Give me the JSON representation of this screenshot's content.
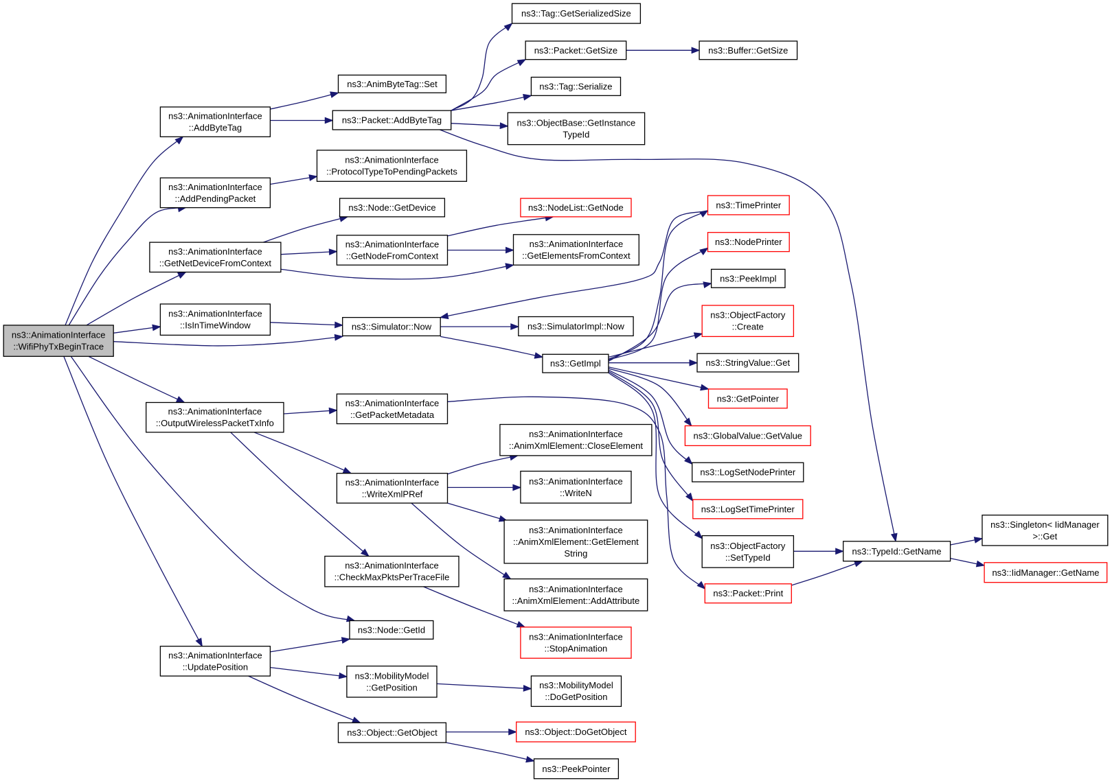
{
  "colors": {
    "edge": "#191970",
    "node_border": "#000000",
    "truncated_border": "#ff0000",
    "root_fill": "#bfbfbf",
    "node_fill": "#ffffff"
  },
  "nodes": [
    {
      "id": "root",
      "lines": [
        "ns3::AnimationInterface",
        "::WifiPhyTxBeginTrace"
      ],
      "root": true
    },
    {
      "id": "addbytetag_ai",
      "lines": [
        "ns3::AnimationInterface",
        "::AddByteTag"
      ]
    },
    {
      "id": "addpendingpacket",
      "lines": [
        "ns3::AnimationInterface",
        "::AddPendingPacket"
      ]
    },
    {
      "id": "getnetdevicefromcontext",
      "lines": [
        "ns3::AnimationInterface",
        "::GetNetDeviceFromContext"
      ]
    },
    {
      "id": "isintimewindow",
      "lines": [
        "ns3::AnimationInterface",
        "::IsInTimeWindow"
      ]
    },
    {
      "id": "outputwireless",
      "lines": [
        "ns3::AnimationInterface",
        "::OutputWirelessPacketTxInfo"
      ]
    },
    {
      "id": "updateposition",
      "lines": [
        "ns3::AnimationInterface",
        "::UpdatePosition"
      ]
    },
    {
      "id": "animbytetagset",
      "lines": [
        "ns3::AnimByteTag::Set"
      ]
    },
    {
      "id": "packetaddbytetag",
      "lines": [
        "ns3::Packet::AddByteTag"
      ]
    },
    {
      "id": "protocoltype",
      "lines": [
        "ns3::AnimationInterface",
        "::ProtocolTypeToPendingPackets"
      ]
    },
    {
      "id": "nodegetdevice",
      "lines": [
        "ns3::Node::GetDevice"
      ]
    },
    {
      "id": "getnodefromcontext",
      "lines": [
        "ns3::AnimationInterface",
        "::GetNodeFromContext"
      ]
    },
    {
      "id": "simulatornow",
      "lines": [
        "ns3::Simulator::Now"
      ]
    },
    {
      "id": "getpacketmetadata",
      "lines": [
        "ns3::AnimationInterface",
        "::GetPacketMetadata"
      ]
    },
    {
      "id": "writexmlpref",
      "lines": [
        "ns3::AnimationInterface",
        "::WriteXmlPRef"
      ]
    },
    {
      "id": "checkmaxpkts",
      "lines": [
        "ns3::AnimationInterface",
        "::CheckMaxPktsPerTraceFile"
      ]
    },
    {
      "id": "nodegetid",
      "lines": [
        "ns3::Node::GetId"
      ]
    },
    {
      "id": "mobilitygetposition",
      "lines": [
        "ns3::MobilityModel",
        "::GetPosition"
      ]
    },
    {
      "id": "objectgetobject",
      "lines": [
        "ns3::Object::GetObject"
      ]
    },
    {
      "id": "taggetserializedsize",
      "lines": [
        "ns3::Tag::GetSerializedSize"
      ]
    },
    {
      "id": "packetgetsize",
      "lines": [
        "ns3::Packet::GetSize"
      ]
    },
    {
      "id": "tagserialize",
      "lines": [
        "ns3::Tag::Serialize"
      ]
    },
    {
      "id": "getinstancetypeid",
      "lines": [
        "ns3::ObjectBase::GetInstance",
        "TypeId"
      ]
    },
    {
      "id": "nodelistgetnode",
      "lines": [
        "ns3::NodeList::GetNode"
      ],
      "truncated": true
    },
    {
      "id": "getelementsfromcontext",
      "lines": [
        "ns3::AnimationInterface",
        "::GetElementsFromContext"
      ]
    },
    {
      "id": "simulatorimplnow",
      "lines": [
        "ns3::SimulatorImpl::Now"
      ]
    },
    {
      "id": "getimpl",
      "lines": [
        "ns3::GetImpl"
      ]
    },
    {
      "id": "closeelement",
      "lines": [
        "ns3::AnimationInterface",
        "::AnimXmlElement::CloseElement"
      ]
    },
    {
      "id": "writen",
      "lines": [
        "ns3::AnimationInterface",
        "::WriteN"
      ]
    },
    {
      "id": "getelementstring",
      "lines": [
        "ns3::AnimationInterface",
        "::AnimXmlElement::GetElement",
        "String"
      ]
    },
    {
      "id": "addattribute",
      "lines": [
        "ns3::AnimationInterface",
        "::AnimXmlElement::AddAttribute"
      ]
    },
    {
      "id": "stopanimation",
      "lines": [
        "ns3::AnimationInterface",
        "::StopAnimation"
      ],
      "truncated": true
    },
    {
      "id": "dogetposition",
      "lines": [
        "ns3::MobilityModel",
        "::DoGetPosition"
      ]
    },
    {
      "id": "dogetobject",
      "lines": [
        "ns3::Object::DoGetObject"
      ],
      "truncated": true
    },
    {
      "id": "peekpointer",
      "lines": [
        "ns3::PeekPointer"
      ]
    },
    {
      "id": "buffergetsize",
      "lines": [
        "ns3::Buffer::GetSize"
      ]
    },
    {
      "id": "timeprinter",
      "lines": [
        "ns3::TimePrinter"
      ],
      "truncated": true
    },
    {
      "id": "nodeprinter",
      "lines": [
        "ns3::NodePrinter"
      ],
      "truncated": true
    },
    {
      "id": "peekimpl",
      "lines": [
        "ns3::PeekImpl"
      ]
    },
    {
      "id": "objectfactorycreate",
      "lines": [
        "ns3::ObjectFactory",
        "::Create"
      ],
      "truncated": true
    },
    {
      "id": "stringvalueget",
      "lines": [
        "ns3::StringValue::Get"
      ]
    },
    {
      "id": "getpointer",
      "lines": [
        "ns3::GetPointer"
      ],
      "truncated": true
    },
    {
      "id": "globalvaluegetvalue",
      "lines": [
        "ns3::GlobalValue::GetValue"
      ],
      "truncated": true
    },
    {
      "id": "logsetnodeprinter",
      "lines": [
        "ns3::LogSetNodePrinter"
      ]
    },
    {
      "id": "logsettimeprinter",
      "lines": [
        "ns3::LogSetTimePrinter"
      ],
      "truncated": true
    },
    {
      "id": "objectfactorysettypeid",
      "lines": [
        "ns3::ObjectFactory",
        "::SetTypeId"
      ]
    },
    {
      "id": "packetprint",
      "lines": [
        "ns3::Packet::Print"
      ],
      "truncated": true
    },
    {
      "id": "typeidgetname",
      "lines": [
        "ns3::TypeId::GetName"
      ]
    },
    {
      "id": "singletonget",
      "lines": [
        "ns3::Singleton< IidManager",
        " >::Get"
      ]
    },
    {
      "id": "iidmanagergetname",
      "lines": [
        "ns3::IidManager::GetName"
      ],
      "truncated": true
    }
  ]
}
